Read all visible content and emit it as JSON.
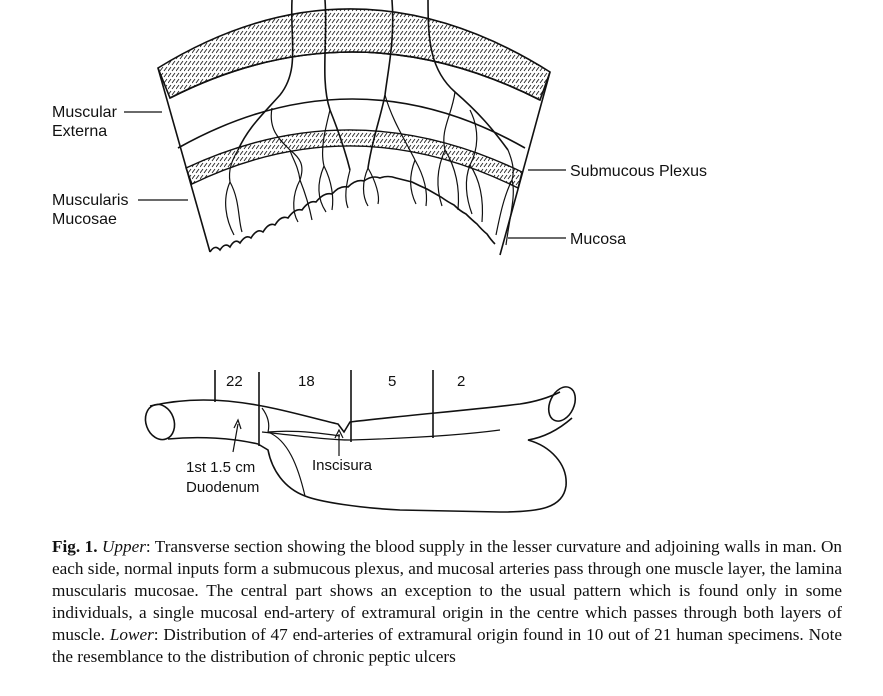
{
  "upper": {
    "labels": {
      "muscular_externa": [
        "Muscular",
        "Externa"
      ],
      "muscularis_mucosae": [
        "Muscularis",
        "Mucosae"
      ],
      "submucous_plexus": "Submucous Plexus",
      "mucosa": "Mucosa"
    }
  },
  "lower": {
    "segments": [
      "22",
      "18",
      "5",
      "2"
    ],
    "duodenum_label": [
      "1st 1.5 cm",
      "Duodenum"
    ],
    "incisura_label": "Inscisura"
  },
  "caption": {
    "fig_label": "Fig. 1.",
    "upper_label": "Upper",
    "upper_text": ": Transverse section showing the blood supply in the lesser curvature and adjoining walls in man. On each side, normal inputs form a submucous plexus, and mucosal arteries pass through one muscle layer, the lamina muscularis mucosae. The central part shows an exception to the usual pattern which is found only in some individuals, a single mucosal end-artery of extramural origin in the centre which passes through both layers of muscle.",
    "lower_label": "Lower",
    "lower_text": ": Distribution of 47 end-arteries of extramural origin found in 10 out of 21 human specimens. Note the resemblance to the distribution of chronic peptic ulcers"
  }
}
